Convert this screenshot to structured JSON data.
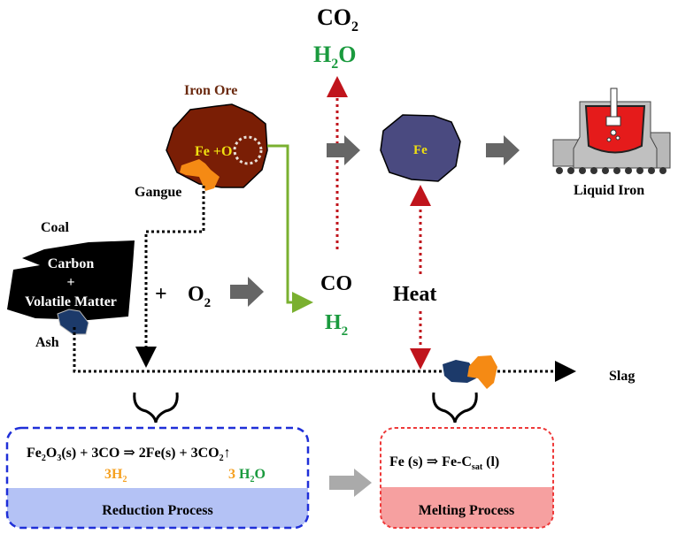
{
  "top_products": {
    "co2": "CO",
    "co2_sub": "2",
    "h2o_h": "H",
    "h2o_sub": "2",
    "h2o_o": "O"
  },
  "iron_ore": {
    "title": "Iron Ore",
    "inner": "Fe +O",
    "gangue": "Gangue"
  },
  "fe_lump": {
    "label": "Fe"
  },
  "liquid_iron": {
    "label": "Liquid Iron"
  },
  "coal": {
    "title": "Coal",
    "line1": "Carbon",
    "line2": "+",
    "line3": "Volatile Matter",
    "ash": "Ash"
  },
  "oxidant": {
    "plus": "+",
    "o2": "O",
    "o2_sub": "2"
  },
  "gases": {
    "co": "CO",
    "h2": "H",
    "h2_sub": "2"
  },
  "heat": {
    "label": "Heat"
  },
  "slag": {
    "label": "Slag"
  },
  "reduction_box": {
    "eq_left": "Fe",
    "eq_s1": "2",
    "eq_o": "O",
    "eq_s2": "3",
    "eq_mid": "(s) + 3CO ⇒ 2Fe(s) + 3CO",
    "eq_s3": "2",
    "eq_arrow": "↑",
    "alt_h2": "3H",
    "alt_h2_sub": "2",
    "alt_3": "3 ",
    "alt_h2o": "H",
    "alt_h2o_sub": "2",
    "alt_h2o_o": "O",
    "title": "Reduction Process"
  },
  "melting_box": {
    "eq": "Fe (s) ⇒ Fe-C",
    "eq_sub": "sat",
    "eq_end": " (l)",
    "title": "Melting Process"
  },
  "colors": {
    "green": "#1a9a3e",
    "orange": "#f5a020",
    "red_dotted": "#c0141c",
    "reduction_border": "#1f2fd8",
    "reduction_fill": "#b4c2f5",
    "melting_border": "#ee3a3a",
    "melting_fill": "#f6a0a0",
    "ore_brown": "#7a1e05",
    "fe_blue": "#4a4a80",
    "ash_blue": "#1c3a6a",
    "gangue_orange": "#f58a14"
  }
}
